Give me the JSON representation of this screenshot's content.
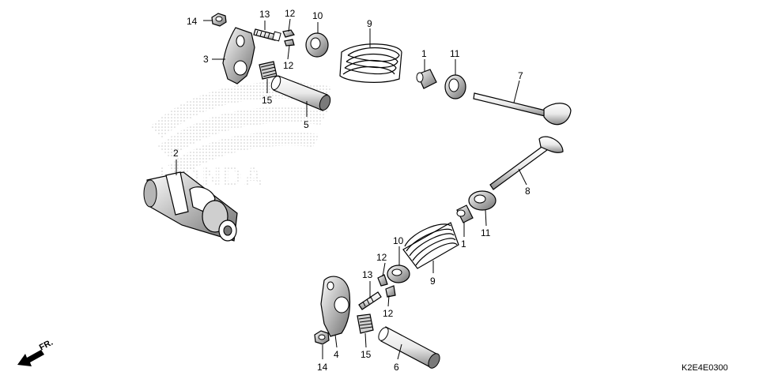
{
  "diagram": {
    "code": "K2E4E0300",
    "front_label": "FR.",
    "watermark": "HONDA",
    "callouts": [
      {
        "label": "1",
        "anchor": "top"
      },
      {
        "label": "1",
        "anchor": "bottom"
      },
      {
        "label": "2"
      },
      {
        "label": "3"
      },
      {
        "label": "4"
      },
      {
        "label": "5"
      },
      {
        "label": "6"
      },
      {
        "label": "7"
      },
      {
        "label": "8"
      },
      {
        "label": "9",
        "anchor": "top"
      },
      {
        "label": "9",
        "anchor": "bottom"
      },
      {
        "label": "10",
        "anchor": "top"
      },
      {
        "label": "10",
        "anchor": "bottom"
      },
      {
        "label": "11",
        "anchor": "top"
      },
      {
        "label": "11",
        "anchor": "bottom"
      },
      {
        "label": "12",
        "anchor": "top-a"
      },
      {
        "label": "12",
        "anchor": "top-b"
      },
      {
        "label": "12",
        "anchor": "bottom-a"
      },
      {
        "label": "12",
        "anchor": "bottom-b"
      },
      {
        "label": "13",
        "anchor": "top"
      },
      {
        "label": "13",
        "anchor": "bottom"
      },
      {
        "label": "14",
        "anchor": "top"
      },
      {
        "label": "14",
        "anchor": "bottom"
      },
      {
        "label": "15",
        "anchor": "top"
      },
      {
        "label": "15",
        "anchor": "bottom"
      }
    ]
  },
  "colors": {
    "line": "#000000",
    "part_fill": "#ffffff",
    "part_shade": "#9a9a9a",
    "watermark": "#c8c8c8"
  }
}
